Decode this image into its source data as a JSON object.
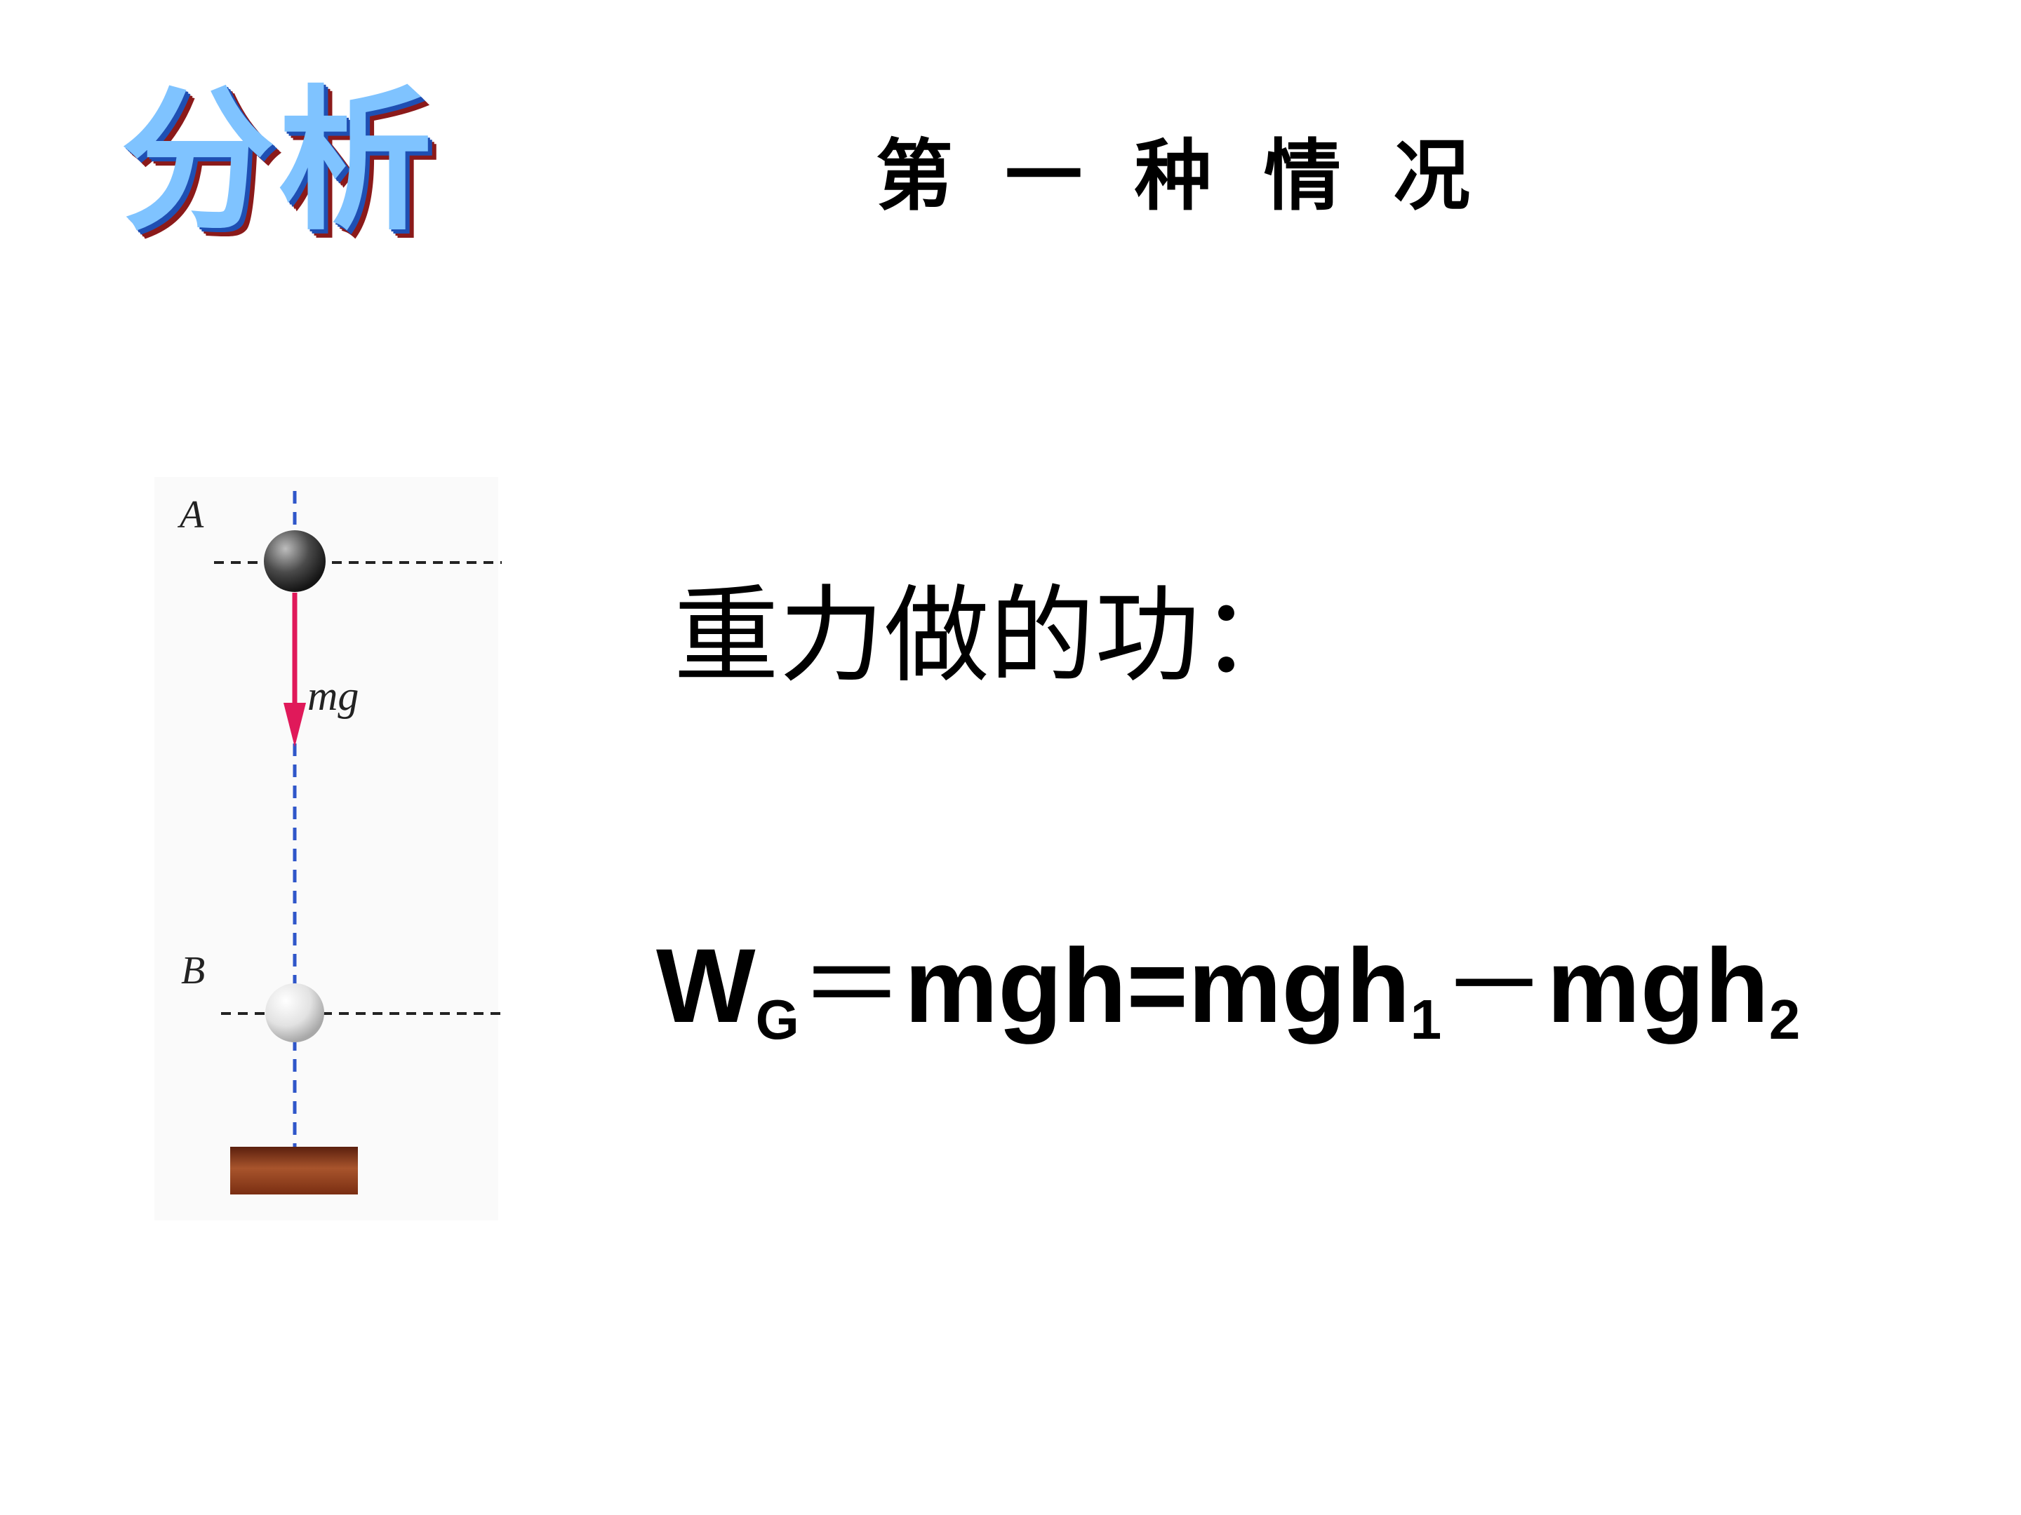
{
  "slide": {
    "title": "分析",
    "subtitle": "第 一 种 情 况"
  },
  "diagram": {
    "label_a": "A",
    "label_b": "B",
    "force_label": "mg",
    "colors": {
      "dashed_line": "#2f56c9",
      "arrow": "#e0195a",
      "ground": "#8b3a1a",
      "ball_a": "#3a3a3a",
      "ball_b": "#d9d9d9"
    }
  },
  "content": {
    "heading": "重力做的功：",
    "formula": {
      "w": "W",
      "w_sub": "G",
      "eq1": "＝",
      "part1": "mgh=mgh",
      "sub1": "1",
      "minus": "－",
      "part2": "mgh",
      "sub2": "2"
    }
  }
}
